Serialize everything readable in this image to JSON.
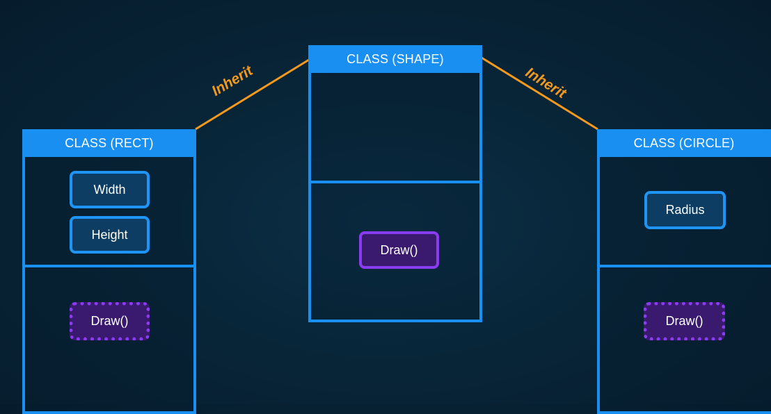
{
  "diagram": {
    "classes": {
      "shape": {
        "title": "CLASS (SHAPE)",
        "method": "Draw()"
      },
      "rect": {
        "title": "CLASS (RECT)",
        "fields": [
          "Width",
          "Height"
        ],
        "method": "Draw()"
      },
      "circle": {
        "title": "CLASS (CIRCLE)",
        "fields": [
          "Radius"
        ],
        "method": "Draw()"
      }
    },
    "edges": [
      {
        "from": "rect",
        "to": "shape",
        "label": "Inherit"
      },
      {
        "from": "circle",
        "to": "shape",
        "label": "Inherit"
      }
    ],
    "colors": {
      "class_border": "#1a8ff2",
      "field_fill": "#0d3d63",
      "method_border": "#8a3cf0",
      "method_fill": "#3a1a6e",
      "edge": "#f39a1e"
    }
  }
}
